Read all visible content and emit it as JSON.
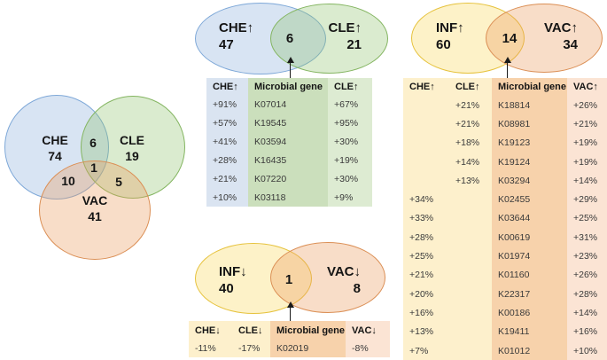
{
  "venn3": {
    "che_label": "CHE",
    "che_count": "74",
    "cle_label": "CLE",
    "cle_count": "19",
    "vac_label": "VAC",
    "vac_count": "41",
    "overlap_che_cle": "6",
    "overlap_all": "1",
    "overlap_che_vac": "10",
    "overlap_cle_vac": "5"
  },
  "venn_up": {
    "left_label": "CHE↑",
    "left_count": "47",
    "right_label": "CLE↑",
    "right_count": "21",
    "overlap": "6"
  },
  "table_up": {
    "headers": [
      "CHE↑",
      "Microbial gene",
      "CLE↑"
    ],
    "rows": [
      [
        "+91%",
        "K07014",
        "+67%"
      ],
      [
        "+57%",
        "K19545",
        "+95%"
      ],
      [
        "+41%",
        "K03594",
        "+30%"
      ],
      [
        "+28%",
        "K16435",
        "+19%"
      ],
      [
        "+21%",
        "K07220",
        "+30%"
      ],
      [
        "+10%",
        "K03118",
        "+9%"
      ]
    ]
  },
  "venn_right": {
    "left_label": "INF↑",
    "left_count": "60",
    "right_label": "VAC↑",
    "right_count": "34",
    "overlap": "14"
  },
  "table_right": {
    "headers": [
      "CHE↑",
      "CLE↑",
      "Microbial gene",
      "VAC↑"
    ],
    "rows": [
      [
        "",
        "+21%",
        "K18814",
        "+26%"
      ],
      [
        "",
        "+21%",
        "K08981",
        "+21%"
      ],
      [
        "",
        "+18%",
        "K19123",
        "+19%"
      ],
      [
        "",
        "+14%",
        "K19124",
        "+19%"
      ],
      [
        "",
        "+13%",
        "K03294",
        "+14%"
      ],
      [
        "+34%",
        "",
        "K02455",
        "+29%"
      ],
      [
        "+33%",
        "",
        "K03644",
        "+25%"
      ],
      [
        "+28%",
        "",
        "K00619",
        "+31%"
      ],
      [
        "+25%",
        "",
        "K01974",
        "+23%"
      ],
      [
        "+21%",
        "",
        "K01160",
        "+26%"
      ],
      [
        "+20%",
        "",
        "K22317",
        "+28%"
      ],
      [
        "+16%",
        "",
        "K00186",
        "+14%"
      ],
      [
        "+13%",
        "",
        "K19411",
        "+16%"
      ],
      [
        "+7%",
        "",
        "K01012",
        "+10%"
      ]
    ]
  },
  "venn_down": {
    "left_label": "INF↓",
    "left_count": "40",
    "right_label": "VAC↓",
    "right_count": "8",
    "overlap": "1"
  },
  "table_down": {
    "headers": [
      "CHE↓",
      "CLE↓",
      "Microbial gene",
      "VAC↓"
    ],
    "rows": [
      [
        "-11%",
        "-17%",
        "K02019",
        "-8%"
      ]
    ]
  },
  "colors": {
    "che_blue_border": "#7ea8d8",
    "cle_green_border": "#84b561",
    "vac_orange_border": "#db8f55",
    "inf_yellow_border": "#e6c23c",
    "table_blue": "#dae4f1",
    "table_green_dark": "#cbdfbc",
    "table_green_light": "#ddebd2",
    "table_yellow": "#fdf0cc",
    "table_tan": "#f7d2ab",
    "table_peach": "#fbe4d4"
  }
}
